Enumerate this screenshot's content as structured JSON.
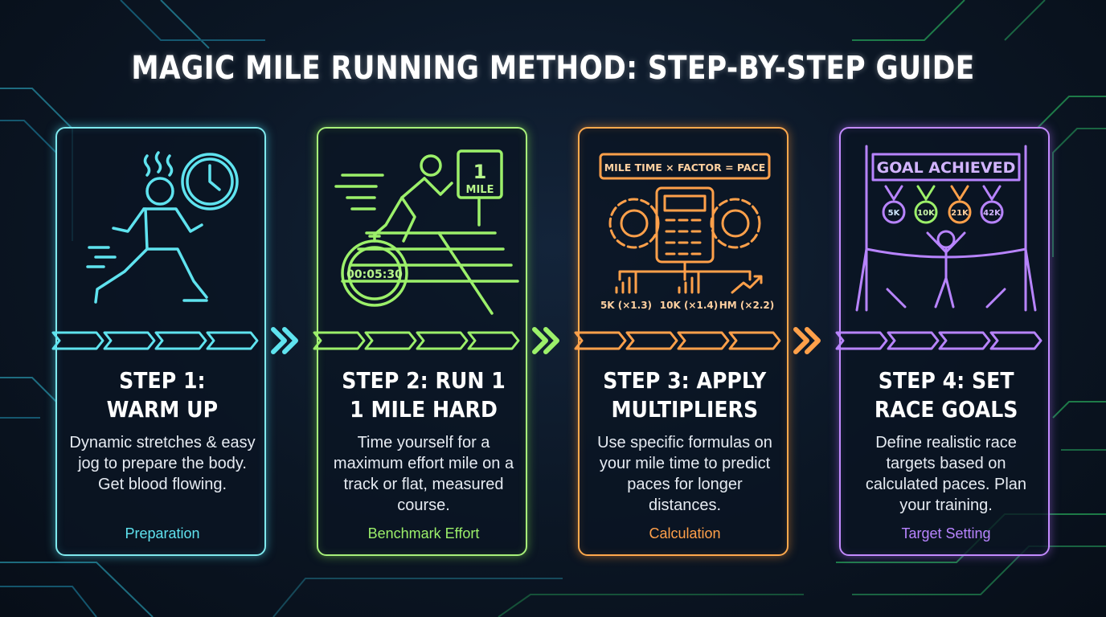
{
  "title": "MAGIC MILE RUNNING METHOD: STEP-BY-STEP GUIDE",
  "colors": {
    "background": "#0b1624",
    "step1": "#5fe3ef",
    "step2": "#9cf06a",
    "step3": "#ffa04a",
    "step4": "#b884ff"
  },
  "steps": [
    {
      "heading": "STEP 1:\nWARM UP",
      "description": "Dynamic stretches & easy jog to prepare the body. Get blood flowing.",
      "tag": "Preparation",
      "icons": [
        "runner-icon",
        "clock-icon",
        "heat-waves-icon"
      ]
    },
    {
      "heading": "STEP 2: RUN 1\n1 MILE HARD",
      "description": "Time yourself for a maximum effort mile on a track or flat, measured course.",
      "tag": "Benchmark Effort",
      "icons": [
        "sprinter-icon",
        "stopwatch-icon",
        "mile-sign-icon",
        "track-icon"
      ],
      "sign_number": "1",
      "sign_text": "MILE",
      "stopwatch_text": "00:05:30"
    },
    {
      "heading": "STEP 3: APPLY\nMULTIPLIERS",
      "description": "Use specific formulas on your mile time to predict paces for longer distances.",
      "tag": "Calculation",
      "icons": [
        "calculator-icon",
        "gear-icon",
        "bar-chart-icon",
        "trend-icon"
      ],
      "formula": "MILE TIME × FACTOR = PACE",
      "multipliers": [
        "5K (×1.3)",
        "10K (×1.4)",
        "HM (×2.2)"
      ]
    },
    {
      "heading": "STEP 4: SET\nRACE GOALS",
      "description": "Define realistic race targets based on calculated paces. Plan your training.",
      "tag": "Target Setting",
      "icons": [
        "finish-line-icon",
        "medal-icon",
        "celebrating-runner-icon"
      ],
      "banner": "GOAL ACHIEVED",
      "medals": [
        "5K",
        "10K",
        "21K",
        "42K"
      ]
    }
  ]
}
